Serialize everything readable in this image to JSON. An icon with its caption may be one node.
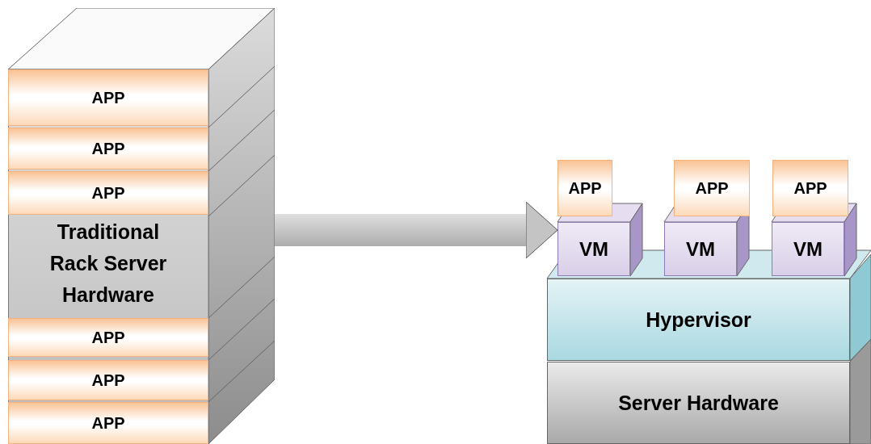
{
  "diagram": {
    "nodes": [
      {
        "text": [
          "Traditional Rack Server Hardware"
        ]
      },
      {
        "text": [
          "APP"
        ],
        "in": 0
      },
      {
        "text": [
          "APP"
        ],
        "in": 0
      },
      {
        "text": [
          "APP"
        ],
        "in": 0
      },
      {
        "text": [
          "APP"
        ],
        "in": 0
      },
      {
        "text": [
          "APP"
        ],
        "in": 0
      },
      {
        "text": [
          "APP"
        ],
        "in": 0
      },
      {
        "text": [
          "APP"
        ]
      },
      {
        "text": [
          "APP"
        ]
      },
      {
        "text": [
          "APP"
        ]
      },
      {
        "text": [
          "VM"
        ]
      },
      {
        "text": [
          "VM"
        ]
      },
      {
        "text": [
          "VM"
        ]
      },
      {
        "text": [
          "Hypervisor"
        ]
      },
      {
        "text": [
          "Server Hardware"
        ]
      }
    ],
    "edges": [
      {
        "from": 0,
        "to": 10,
        "arrow": "to"
      }
    ]
  }
}
